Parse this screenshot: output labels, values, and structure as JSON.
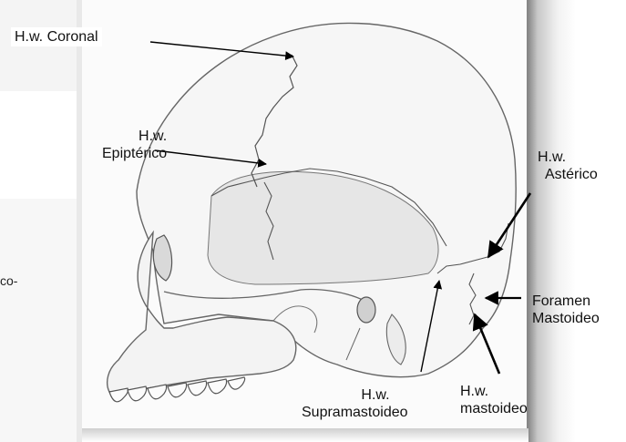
{
  "labels": {
    "coronal": "H.w. Coronal",
    "epipterico_l1": "H.w.",
    "epipterico_l2": "Epiptérico",
    "asterico_l1": "H.w.",
    "asterico_l2": "Astérico",
    "foramen_l1": "Foramen",
    "foramen_l2": "Mastoideo",
    "supramastoideo_l1": "H.w.",
    "supramastoideo_l2": "Supramastoideo",
    "mastoideo_l1": "H.w.",
    "mastoideo_l2": "mastoideo"
  },
  "side_fragment": "co-",
  "colors": {
    "background": "#ffffff",
    "drawing_line": "#555555",
    "shading": "#d9d9d9",
    "arrow": "#000000",
    "label_text": "#111111"
  }
}
